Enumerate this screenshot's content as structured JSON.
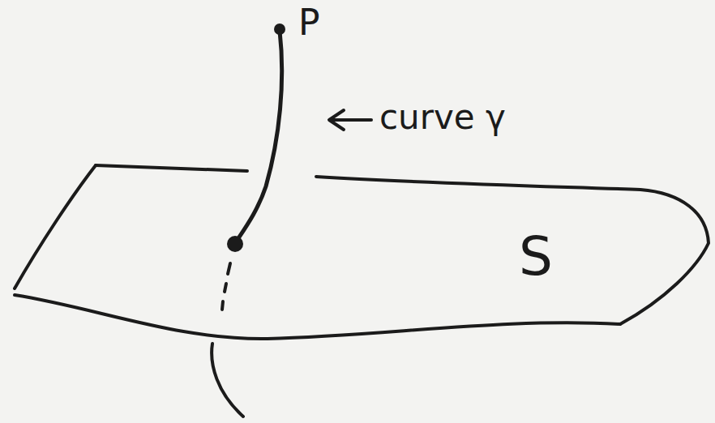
{
  "diagram": {
    "labels": [
      "P",
      "curve γ",
      "S"
    ]
  }
}
